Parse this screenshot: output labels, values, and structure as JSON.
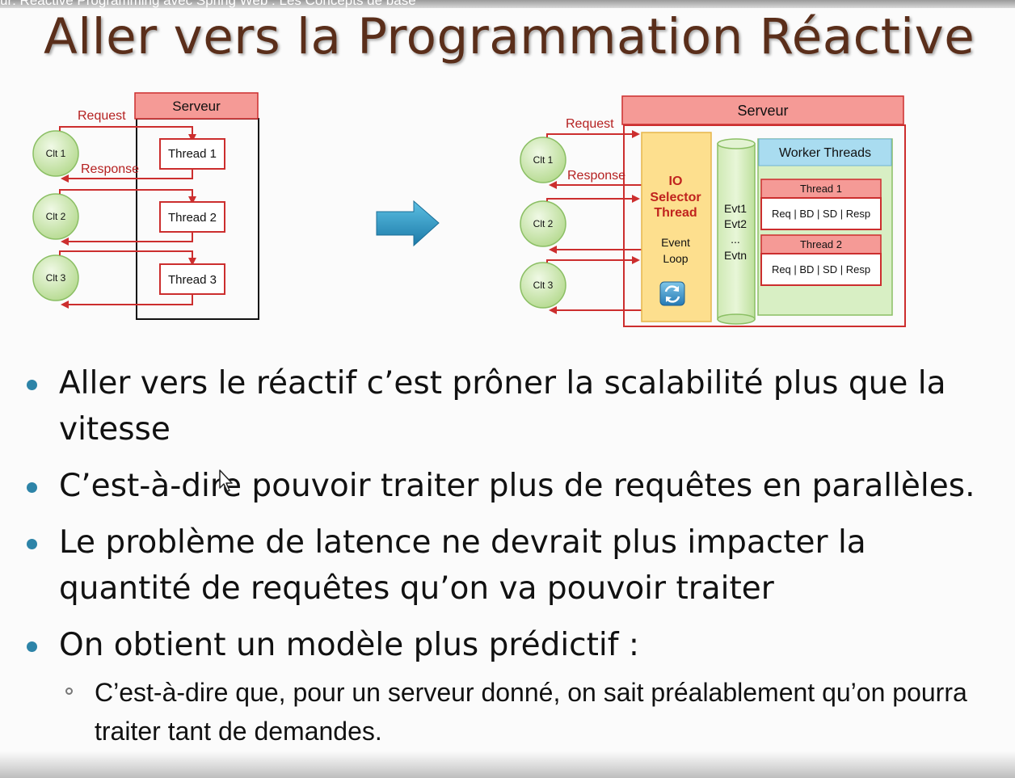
{
  "window": {
    "caption": "ur: Reactive Programming avec Spring Web : Les Concepts de base"
  },
  "slide": {
    "title": "Aller vers la Programmation Réactive"
  },
  "diagram_left": {
    "server_label": "Serveur",
    "request_label": "Request",
    "response_label": "Response",
    "clients": [
      "Clt 1",
      "Clt 2",
      "Clt 3"
    ],
    "threads": [
      "Thread 1",
      "Thread 2",
      "Thread 3"
    ]
  },
  "diagram_right": {
    "server_label": "Serveur",
    "request_label": "Request",
    "response_label": "Response",
    "clients": [
      "Clt 1",
      "Clt 2",
      "Clt 3"
    ],
    "selector": {
      "line1": "IO",
      "line2": "Selector",
      "line3": "Thread",
      "event1": "Event",
      "event2": "Loop"
    },
    "queue": [
      "Evt1",
      "Evt2",
      "...",
      "Evtn"
    ],
    "worker_label": "Worker Threads",
    "workers": [
      {
        "name": "Thread 1",
        "tasks": "Req | BD | SD | Resp"
      },
      {
        "name": "Thread 2",
        "tasks": "Req | BD | SD | Resp"
      }
    ]
  },
  "bullets": [
    "Aller vers le réactif c’est prôner la scalabilité plus que la vitesse",
    "C’est-à-dire pouvoir traiter plus de requêtes en parallèles.",
    "Le problème de latence ne devrait plus impacter la quantité de requêtes qu’on va pouvoir traiter",
    "On obtient un modèle plus prédictif :"
  ],
  "sub_bullets": [
    "C’est-à-dire que, pour un serveur donné, on sait préalablement qu’on pourra traiter tant de demandes."
  ],
  "colors": {
    "title": "#5a2e1a",
    "accent_red": "#cc2e2e",
    "server_header": "#f59a96",
    "client_fill": "#d5ecb9",
    "bullet": "#2d84a8",
    "arrow": "#2b8fb8"
  }
}
